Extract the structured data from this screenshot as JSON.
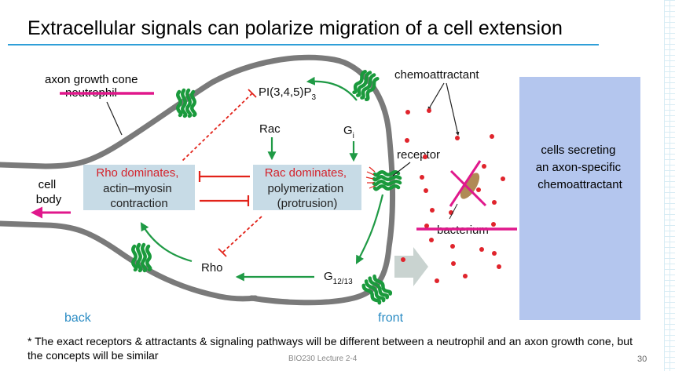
{
  "slide": {
    "title": "Extracellular signals can polarize migration of a cell extension",
    "footnote": "* The exact receptors & attractants & signaling pathways will be different between a neutrophil and an axon growth cone, but the concepts will be similar",
    "footer": "BIO230 Lecture 2-4",
    "page_number": "30"
  },
  "diagram": {
    "label_axon_growth_cone": "axon growth cone",
    "label_neutrophil": "neutrophil",
    "label_cell_body": [
      "cell",
      "body"
    ],
    "label_back": "back",
    "label_front": "front",
    "label_pip3_main": "PI(3,4,5)P",
    "label_pip3_sub": "3",
    "label_rac": "Rac",
    "label_gi_main": "G",
    "label_gi_sub": "i",
    "label_rho": "Rho",
    "label_g1213_main": "G",
    "label_g1213_sub": "12/13",
    "box_rho": [
      "Rho dominates,",
      "actin–myosin",
      "contraction"
    ],
    "box_rac": [
      "Rac dominates,",
      "polymerization",
      "(protrusion)"
    ],
    "label_receptor": "receptor",
    "label_chemoattractant": "chemoattractant",
    "label_bacterium": "bacterium",
    "secreting_cells": [
      "cells secreting",
      "an axon-specific",
      "chemoattractant"
    ]
  },
  "colors": {
    "title_rule": "#2f9fd8",
    "cell_outline": "#7a7a7a",
    "pathway_arrow": "#1f9a45",
    "inhibition": "#e2231a",
    "box_fill": "#c7dbe6",
    "red_text": "#d4232c",
    "strike": "#e0188c",
    "receptor": "#1a9a3c",
    "chemo_dots": "#e0242c",
    "secreting_panel": "#b4c6ee",
    "label_blue": "#2b8cc4",
    "bacterium": "#b08a55"
  },
  "icons": [
    "receptor-icon",
    "bacterium-icon",
    "direction-arrow-icon"
  ]
}
